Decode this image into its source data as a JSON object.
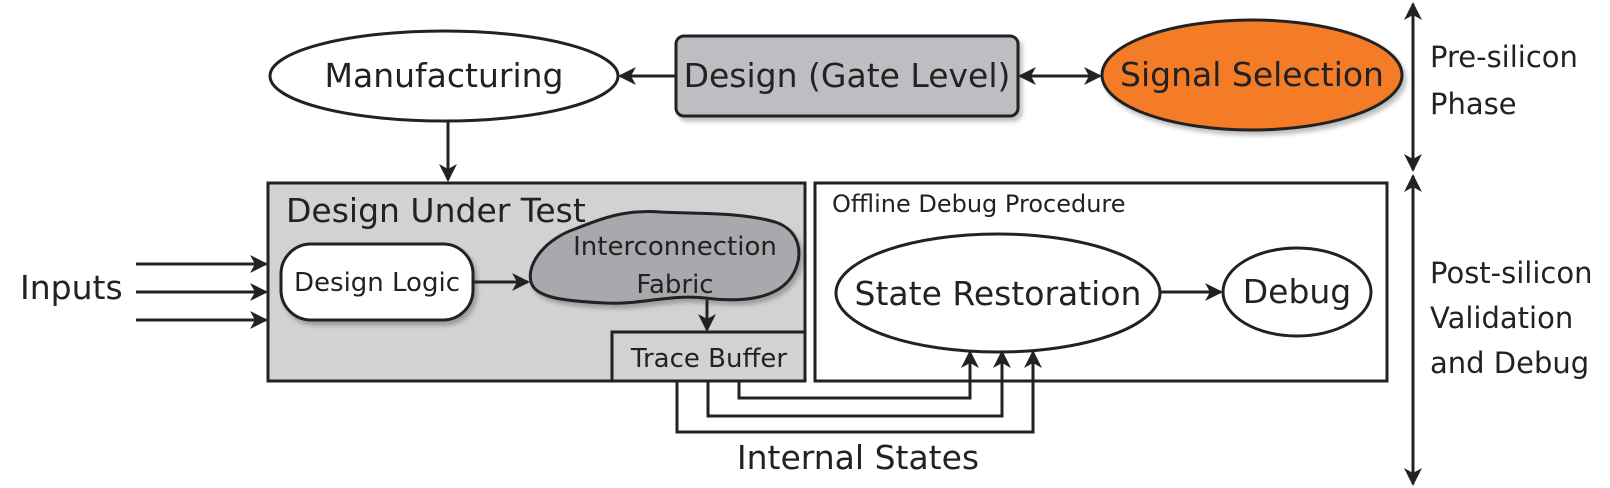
{
  "nodes": {
    "manufacturing": "Manufacturing",
    "design_gate_level": "Design (Gate Level)",
    "signal_selection": "Signal Selection",
    "design_under_test": "Design Under Test",
    "design_logic": "Design Logic",
    "interconnection_fabric_line1": "Interconnection",
    "interconnection_fabric_line2": "Fabric",
    "trace_buffer": "Trace Buffer",
    "offline_debug_procedure": "Offline Debug Procedure",
    "state_restoration": "State Restoration",
    "debug": "Debug",
    "inputs": "Inputs",
    "internal_states": "Internal States"
  },
  "phases": {
    "pre_silicon_line1": "Pre-silicon",
    "pre_silicon_line2": "Phase",
    "post_silicon_line1": "Post-silicon",
    "post_silicon_line2": "Validation",
    "post_silicon_line3": "and Debug"
  },
  "colors": {
    "signal_selection_fill": "#F47B28",
    "gate_level_fill": "#BDBEC1",
    "dut_fill": "#D1D2D4",
    "fabric_fill": "#A7A9AC",
    "stroke": "#222222"
  }
}
